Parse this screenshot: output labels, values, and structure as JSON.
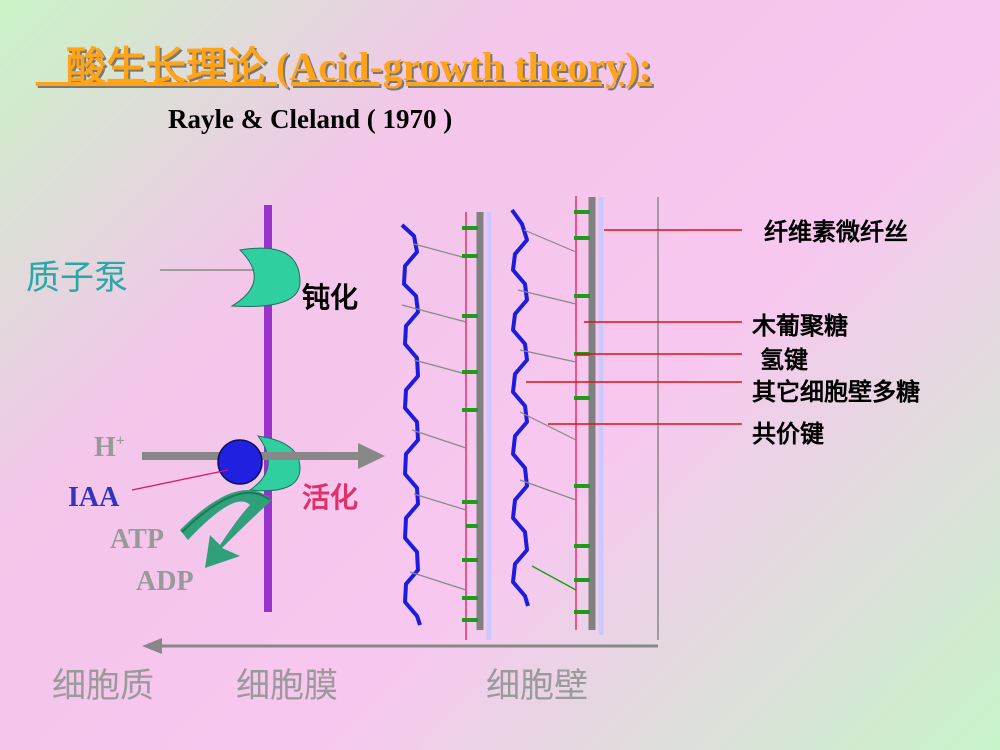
{
  "title": "_ 酸生长理论 (Acid-growth theory):",
  "subtitle": "Rayle  & Cleland ( 1970 )",
  "labels": {
    "proton_pump": "质子泵",
    "passivation": "钝化",
    "activation": "活化",
    "h_plus": "H",
    "h_plus_sup": "+",
    "iaa": "IAA",
    "atp": "ATP",
    "adp": "ADP",
    "cytoplasm": "细胞质",
    "cell_membrane": "细胞膜",
    "cell_wall": "细胞壁",
    "cellulose_microfibril": "纤维素微纤丝",
    "xyloglucan": "木葡聚糖",
    "hydrogen_bond": "氢键",
    "other_wall_polysaccharides": "其它细胞壁多糖",
    "covalent_bond": "共价键"
  },
  "colors": {
    "title": "#ffa319",
    "membrane": "#9933cc",
    "pump": "#2fcf9f",
    "wave": "#1c1cdc",
    "microfibril": "#808080",
    "hbond": "#1a9e1a",
    "leader": "#e01010",
    "polysaccharide": "#e0306a"
  }
}
